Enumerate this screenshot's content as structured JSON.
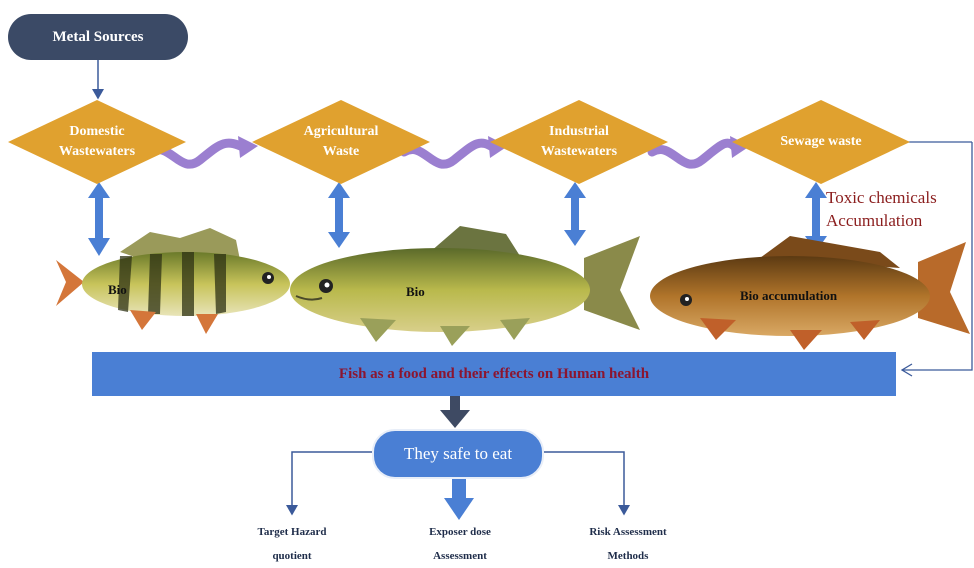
{
  "source": {
    "label": "Metal Sources"
  },
  "sources": [
    {
      "label": "Domestic\nWastewaters"
    },
    {
      "label": "Agricultural\nWaste"
    },
    {
      "label": "Industrial\nWastewaters"
    },
    {
      "label": "Sewage waste"
    }
  ],
  "side_note": "Toxic chemicals\nAccumulation",
  "fish": [
    {
      "label": "Bio"
    },
    {
      "label": "Bio"
    },
    {
      "label": "Bio accumulation"
    }
  ],
  "banner": {
    "label": "Fish as a food and their effects on Human health"
  },
  "question": {
    "label": "They safe to eat"
  },
  "methods": [
    {
      "label": "Target Hazard\nquotient"
    },
    {
      "label": "Exposer dose\nAssessment"
    },
    {
      "label": "Risk Assessment\nMethods"
    }
  ],
  "colors": {
    "source_pill": "#3b4a66",
    "diamond": "#e0a12f",
    "arrow_blue": "#4a7fd4",
    "wave": "#9b7fd0",
    "banner": "#4a7fd4",
    "banner_text": "#8b1530",
    "note_text": "#8b1e1e"
  }
}
